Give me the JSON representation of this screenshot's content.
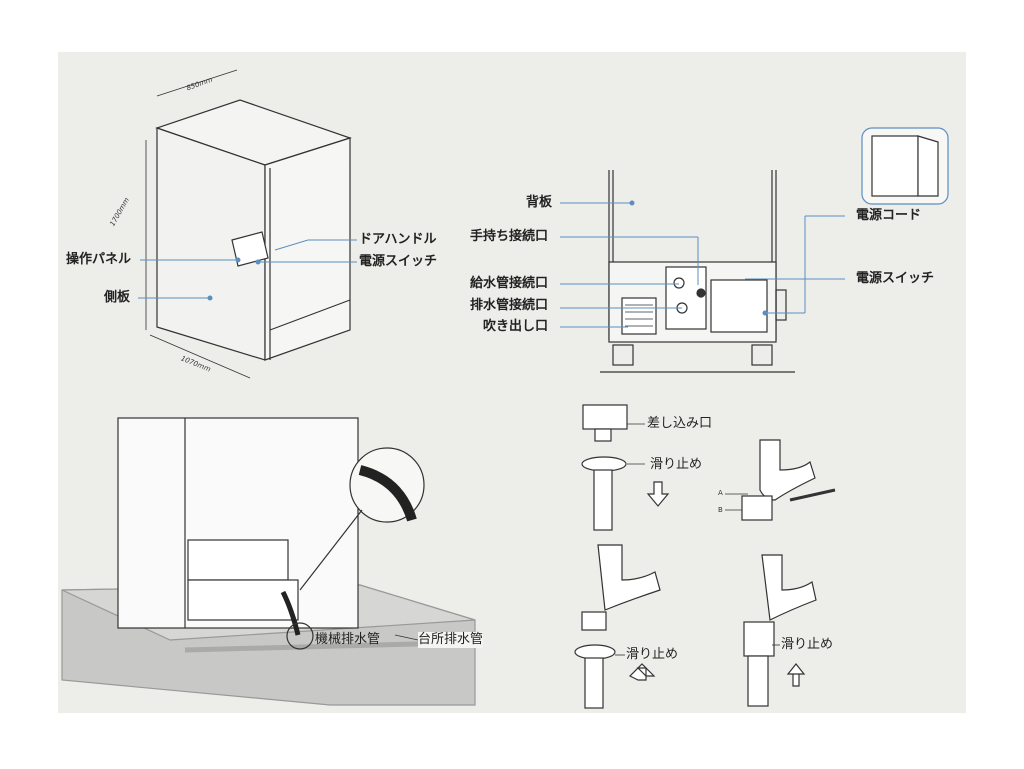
{
  "cabinet_view": {
    "dimensions": {
      "depth": "850mm",
      "height": "1700mm",
      "width": "1070mm"
    },
    "labels": {
      "door_handle": "ドアハンドル",
      "control_panel": "操作パネル",
      "power_switch": "電源スイッチ",
      "side_panel": "側板"
    }
  },
  "rear_view": {
    "labels": {
      "back_panel": "背板",
      "handheld_port": "手持ち接続口",
      "water_supply_port": "給水管接続口",
      "drain_port": "排水管接続口",
      "air_outlet": "吹き出し口",
      "power_cord": "電源コード",
      "power_switch": "電源スイッチ"
    }
  },
  "drain_view": {
    "labels": {
      "machine_drain": "機械排水管",
      "kitchen_drain": "台所排水管"
    }
  },
  "faucet_steps": {
    "labels": {
      "inlet": "差し込み口",
      "stopper_1": "滑り止め",
      "stopper_2": "滑り止め",
      "stopper_3": "滑り止め",
      "point_a": "A",
      "point_b": "B"
    }
  },
  "colors": {
    "background": "#ededea",
    "leader": "#5b8fc0",
    "line": "#333333"
  }
}
